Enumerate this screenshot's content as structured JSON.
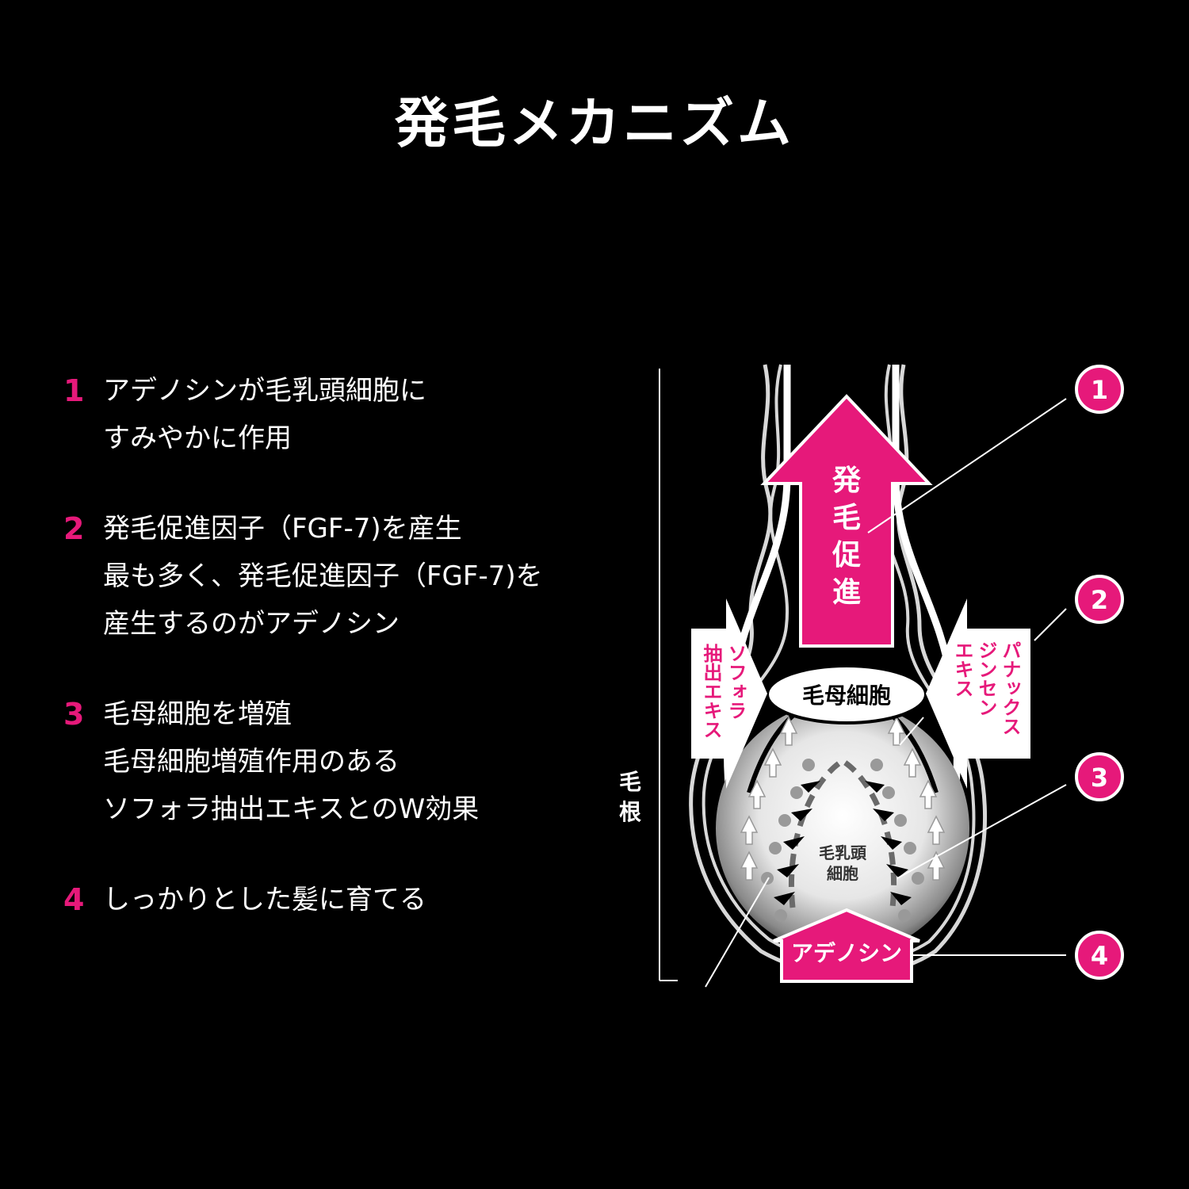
{
  "title": "発毛メカニズム",
  "steps": [
    {
      "num": "1",
      "lines": [
        "アデノシンが毛乳頭細胞に",
        "すみやかに作用"
      ]
    },
    {
      "num": "2",
      "lines": [
        "発毛促進因子（FGF-7)を産生",
        "最も多く、発毛促進因子（FGF-7)を",
        "産生するのがアデノシン"
      ]
    },
    {
      "num": "3",
      "lines": [
        "毛母細胞を増殖",
        "毛母細胞増殖作用のある",
        "ソフォラ抽出エキスとのW効果"
      ]
    },
    {
      "num": "4",
      "lines": [
        "しっかりとした髪に育てる"
      ]
    }
  ],
  "diagram": {
    "hair_root_label": [
      "毛",
      "根"
    ],
    "growth_arrow_label": [
      "発",
      "毛",
      "促",
      "進"
    ],
    "sophora_label": [
      "ソフォラ",
      "抽出エキス"
    ],
    "panax_label": [
      "パナックス",
      "ジンセン",
      "エキス"
    ],
    "matrix_cell_label": "毛母細胞",
    "papilla_label": [
      "毛乳頭",
      "細胞"
    ],
    "adenosine_label": "アデノシン",
    "badges": [
      "1",
      "2",
      "3",
      "4"
    ],
    "colors": {
      "accent": "#e6197a",
      "background": "#000000",
      "line": "#ffffff"
    }
  }
}
